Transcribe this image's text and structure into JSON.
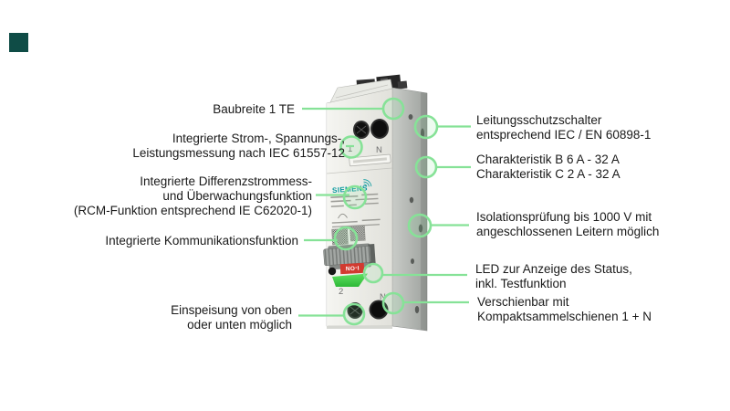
{
  "palette": {
    "callout_green": "#86E297",
    "siemens_teal": "#0A9A9E",
    "led_green": "#3FCC41",
    "switch_red": "#D23A30",
    "brand_square": "#0F4C46",
    "text": "#1A1A1A"
  },
  "device": {
    "brand": "SIEMENS",
    "switch_label": "I-ON",
    "markings": {
      "top_terminal": "1",
      "top_neutral": "N",
      "bottom_terminal": "2",
      "bottom_neutral": "N"
    }
  },
  "annotations_left": [
    {
      "id": "width",
      "lines": [
        "Baubreite 1 TE"
      ]
    },
    {
      "id": "measurement",
      "lines": [
        "Integrierte Strom-, Spannungs-,",
        "Leistungsmessung nach IEC 61557-12"
      ]
    },
    {
      "id": "rcm",
      "lines": [
        "Integrierte Differenzstrommess-",
        "und Überwachungsfunktion",
        "(RCM-Funktion entsprechend IE C62020-1)"
      ]
    },
    {
      "id": "communication",
      "lines": [
        "Integrierte Kommunikationsfunktion"
      ]
    },
    {
      "id": "feed",
      "lines": [
        "Einspeisung von oben",
        "oder unten möglich"
      ]
    }
  ],
  "annotations_right": [
    {
      "id": "mcb-standard",
      "lines": [
        "Leitungsschutzschalter",
        "entsprechend IEC / EN 60898-1"
      ]
    },
    {
      "id": "characteristic",
      "lines": [
        "Charakteristik B 6 A - 32 A",
        "Charakteristik C 2 A - 32 A"
      ]
    },
    {
      "id": "insulation",
      "lines": [
        "Isolationsprüfung bis 1000 V mit",
        "angeschlossenen Leitern möglich"
      ]
    },
    {
      "id": "led-status",
      "lines": [
        "LED zur Anzeige des Status,",
        "inkl. Testfunktion"
      ]
    },
    {
      "id": "busbar",
      "lines": [
        "Verschienbar mit",
        "Kompaktsammelschienen 1 + N"
      ]
    }
  ]
}
